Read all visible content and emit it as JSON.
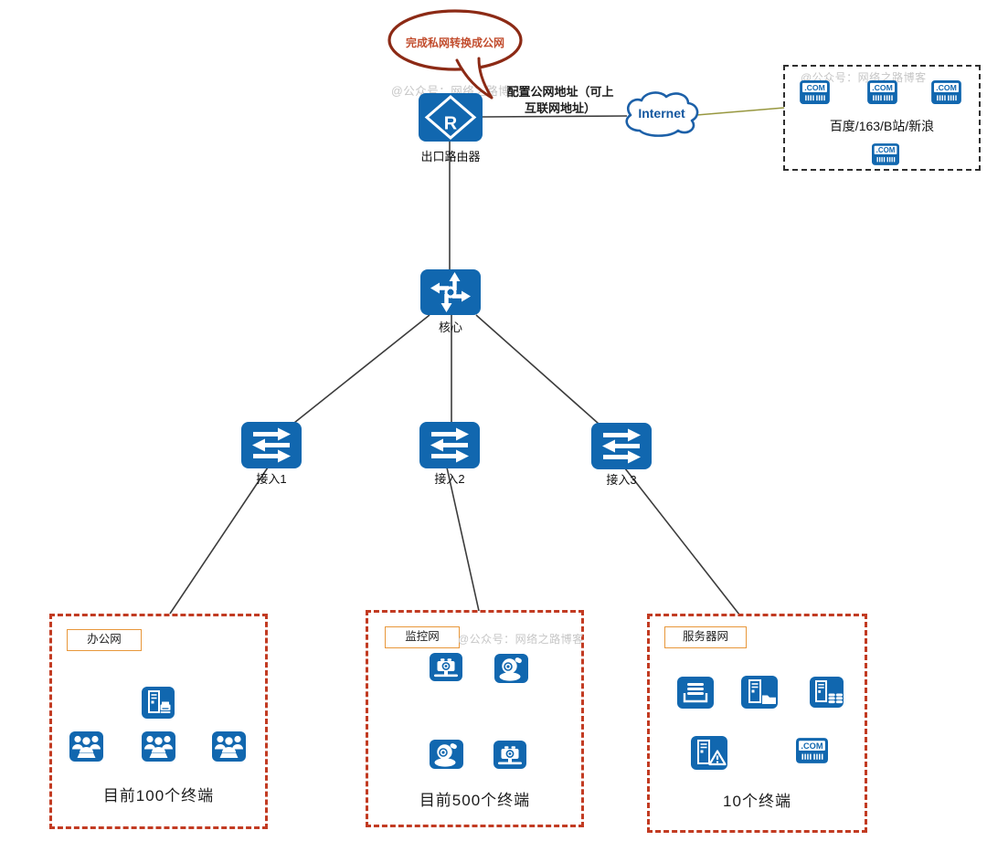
{
  "bubble": {
    "text": "完成私网转换成公网"
  },
  "watermark": {
    "text": "@公众号：网络之路博客"
  },
  "router": {
    "label": "出口路由器",
    "icon_letter": "R"
  },
  "annotation": {
    "line1": "配置公网地址（可上",
    "line2": "互联网地址）"
  },
  "internet": {
    "label": "Internet"
  },
  "com_icon_text": ".COM",
  "external_sites": {
    "caption": "百度/163/B站/新浪"
  },
  "core": {
    "label": "核心"
  },
  "access_switches": [
    {
      "label": "接入1"
    },
    {
      "label": "接入2"
    },
    {
      "label": "接入3"
    }
  ],
  "zones": [
    {
      "name": "办公网",
      "caption": "目前100个终端",
      "icons": [
        "pc-printer",
        "user-group",
        "user-group",
        "user-group"
      ]
    },
    {
      "name": "监控网",
      "caption": "目前500个终端",
      "icons": [
        "box-camera",
        "dome-camera",
        "dome-camera",
        "box-camera"
      ]
    },
    {
      "name": "服务器网",
      "caption": "10个终端",
      "icons": [
        "document-server",
        "file-server",
        "database-server",
        "alert-server",
        "com-site"
      ]
    }
  ],
  "colors": {
    "device_blue": "#1167AF",
    "zone_border_red": "#C23B22",
    "zone_label_orange": "#E8973A",
    "bubble_border_red": "#8C2A15",
    "bubble_text_orange": "#C24D2E",
    "internet_link_olive": "#97973F",
    "link_gray": "#3C3C3C",
    "cloud_blue": "#1C60A8",
    "watermark_gray": "#C6C6C6"
  }
}
